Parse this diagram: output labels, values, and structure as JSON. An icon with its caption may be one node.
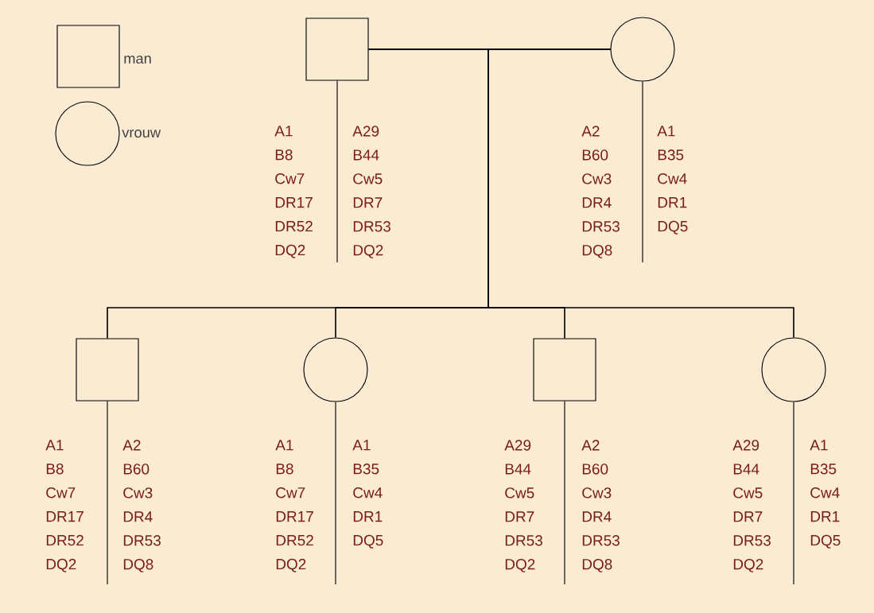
{
  "diagram": {
    "nodes": [
      {
        "text": [],
        "shape": "box",
        "beside": [
          "man"
        ]
      },
      {
        "text": [],
        "shape": "circle",
        "beside": [
          "vrouw"
        ]
      },
      {
        "text": [],
        "shape": "box",
        "beside": [
          "A1 B8 Cw7 DR17 DR52 DQ2",
          "A29 B44 Cw5 DR7 DR53 DQ2"
        ]
      },
      {
        "text": [],
        "shape": "circle",
        "beside": [
          "A2 B60 Cw3 DR4 DR53 DQ8",
          "A1 B35 Cw4 DR1 DQ5"
        ]
      },
      {
        "text": [],
        "shape": "box",
        "beside": [
          "A1 B8 Cw7 DR17 DR52 DQ2",
          "A2 B60 Cw3 DR4 DR53 DQ8"
        ]
      },
      {
        "text": [],
        "shape": "circle",
        "beside": [
          "A1 B8 Cw7 DR17 DR52 DQ2",
          "A1 B35 Cw4 DR1 DQ5"
        ]
      },
      {
        "text": [],
        "shape": "box",
        "beside": [
          "A29 B44 Cw5 DR7 DR53 DQ2",
          "A2 B60 Cw3 DR4 DR53 DQ8"
        ]
      },
      {
        "text": [],
        "shape": "circle",
        "beside": [
          "A29 B44 Cw5 DR7 DR53 DQ2",
          "A1 B35 Cw4 DR1 DQ5"
        ]
      }
    ],
    "edges": [
      {
        "from": 2,
        "to": 3,
        "arrow": "none"
      },
      {
        "from": 2,
        "to": 4,
        "arrow": "none"
      },
      {
        "from": 2,
        "to": 5,
        "arrow": "none"
      },
      {
        "from": 2,
        "to": 6,
        "arrow": "none"
      },
      {
        "from": 2,
        "to": 7,
        "arrow": "none"
      },
      {
        "from": 3,
        "to": 4,
        "arrow": "none"
      },
      {
        "from": 3,
        "to": 5,
        "arrow": "none"
      },
      {
        "from": 3,
        "to": 6,
        "arrow": "none"
      },
      {
        "from": 3,
        "to": 7,
        "arrow": "none"
      }
    ]
  }
}
